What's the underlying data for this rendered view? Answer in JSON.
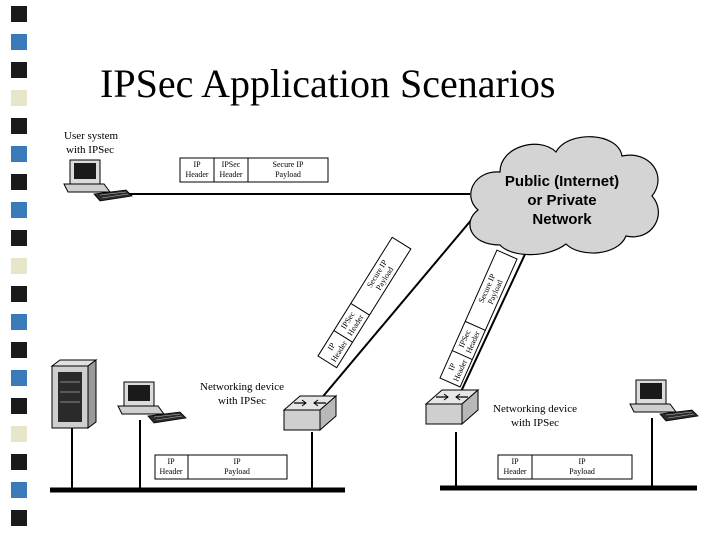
{
  "slide": {
    "title": "IPSec Application Scenarios",
    "accent_colors": [
      "#1a1a1a",
      "#3a7ab8",
      "#e8e6c8"
    ]
  },
  "diagram": {
    "user_system_label": [
      "User system",
      "with IPSec"
    ],
    "cloud_label": [
      "Public (Internet)",
      "or Private",
      "Network"
    ],
    "left_device_label": [
      "Networking device",
      "with IPSec"
    ],
    "right_device_label": [
      "Networking device",
      "with IPSec"
    ],
    "packet_top": [
      {
        "l1": "IP",
        "l2": "Header"
      },
      {
        "l1": "IPSec",
        "l2": "Header"
      },
      {
        "l1": "Secure IP",
        "l2": "Payload"
      }
    ],
    "packet_diag_left": [
      {
        "l1": "IP",
        "l2": "Header"
      },
      {
        "l1": "IPSec",
        "l2": "Header"
      },
      {
        "l1": "Secure IP",
        "l2": "Payload"
      }
    ],
    "packet_diag_right": [
      {
        "l1": "IP",
        "l2": "Header"
      },
      {
        "l1": "IPSec",
        "l2": "Header"
      },
      {
        "l1": "Secure IP",
        "l2": "Payload"
      }
    ],
    "packet_left_lan": [
      {
        "l1": "IP",
        "l2": "Header"
      },
      {
        "l1": "IP",
        "l2": "Payload"
      }
    ],
    "packet_right_lan": [
      {
        "l1": "IP",
        "l2": "Header"
      },
      {
        "l1": "IP",
        "l2": "Payload"
      }
    ]
  }
}
